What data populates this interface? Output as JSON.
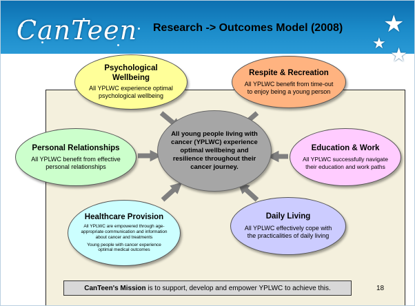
{
  "header": {
    "logo_text": "CanTeen",
    "title": "Research -> Outcomes Model (2008)"
  },
  "center": {
    "text": "All young people living with cancer (YPLWC) experience optimal wellbeing and resilience throughout their cancer journey."
  },
  "outcomes": {
    "psychological": {
      "title": "Psychological Wellbeing",
      "text": "All YPLWC experience optimal psychological wellbeing",
      "color": "#ffff99"
    },
    "respite": {
      "title": "Respite & Recreation",
      "text": "All YPLWC benefit from time-out to enjoy being a young person",
      "color": "#ffb380"
    },
    "relationships": {
      "title": "Personal Relationships",
      "text": "All YPLWC benefit from effective personal relationships",
      "color": "#ccffcc"
    },
    "education": {
      "title": "Education & Work",
      "text": "All YPLWC successfully navigate their education and work paths",
      "color": "#ffccff"
    },
    "healthcare": {
      "title": "Healthcare Provision",
      "text1": "All YPLWC are empowered through age-appropriate communication and information about cancer and treatments",
      "text2": "Young people with cancer experience optimal medical outcomes",
      "color": "#ccffff"
    },
    "daily": {
      "title": "Daily Living",
      "text": "All YPLWC effectively cope with the practicalities of daily living",
      "color": "#ccccff"
    }
  },
  "mission": {
    "bold": "CanTeen's Mission",
    "rest": " is to support, develop and empower YPLWC to achieve this."
  },
  "page_number": "18",
  "colors": {
    "header": "#1b8bc9",
    "frame": "#f4f0dd",
    "center": "#a6a6a6",
    "arrow": "#7f7f7f"
  }
}
